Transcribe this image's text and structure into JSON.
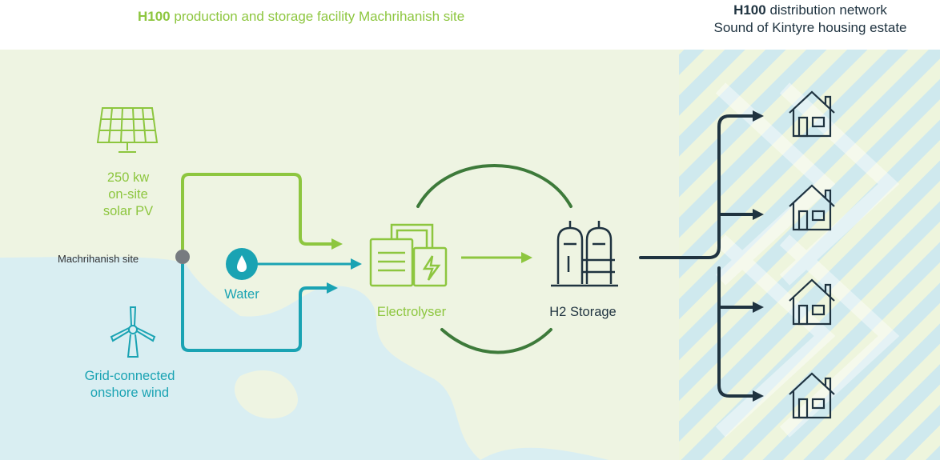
{
  "colors": {
    "green": "#8dc63f",
    "teal": "#1aa3b3",
    "dark": "#1f3340",
    "land": "#eef4e2",
    "sea": "#d9eef2",
    "stripe_a": "#cfe9ee",
    "stripe_b": "#eef5dd"
  },
  "titles": {
    "production_bold": "H100",
    "production_rest": " production and storage facility Machrihanish site",
    "distribution_bold": "H100",
    "distribution_rest": " distribution network",
    "distribution_line2": "Sound of Kintyre housing estate"
  },
  "labels": {
    "solar_1": "250 kw",
    "solar_2": "on-site",
    "solar_3": "solar PV",
    "site": "Machrihanish site",
    "water": "Water",
    "wind_1": "Grid-connected",
    "wind_2": "onshore wind",
    "electrolyser": "Electrolyser",
    "storage": "H2 Storage"
  },
  "icons": [
    "solar-panel-icon",
    "wind-turbine-icon",
    "water-drop-icon",
    "electrolyser-icon",
    "storage-tanks-icon",
    "house-icon"
  ]
}
